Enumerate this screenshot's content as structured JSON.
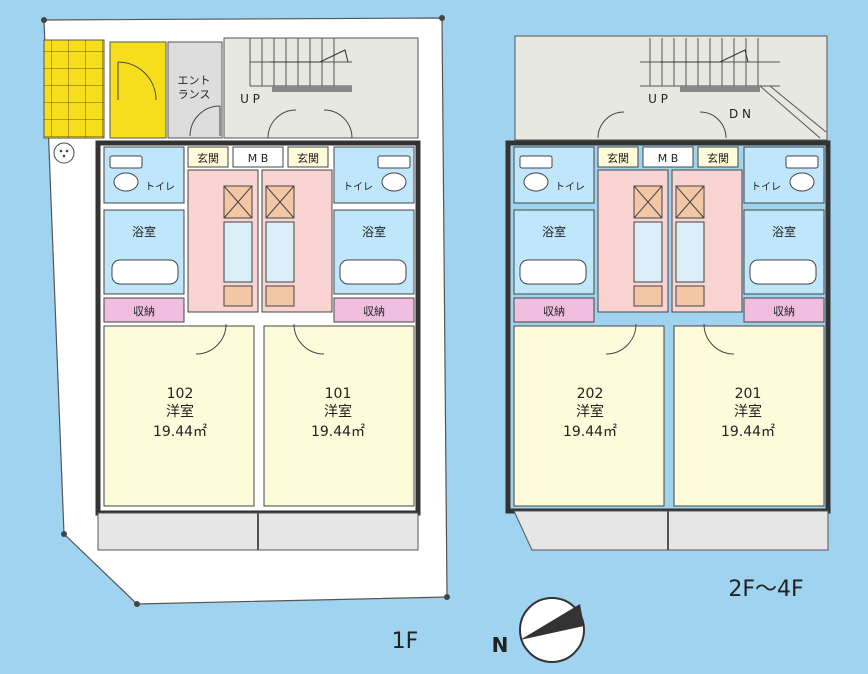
{
  "floor1": {
    "caption": "1F",
    "entrance": "エントランス",
    "up": "U P",
    "mb": "M B",
    "units": [
      {
        "genkan": "玄関",
        "toilet": "トイレ",
        "bath": "浴室",
        "storage": "収納",
        "number": "102",
        "room": "洋室",
        "area": "19.44㎡"
      },
      {
        "genkan": "玄関",
        "toilet": "トイレ",
        "bath": "浴室",
        "storage": "収納",
        "number": "101",
        "room": "洋室",
        "area": "19.44㎡"
      }
    ]
  },
  "floor2": {
    "caption": "2F～4F",
    "up": "U P",
    "dn": "D N",
    "mb": "M B",
    "units": [
      {
        "genkan": "玄関",
        "toilet": "トイレ",
        "bath": "浴室",
        "storage": "収納",
        "number": "202",
        "room": "洋室",
        "area": "19.44㎡"
      },
      {
        "genkan": "玄関",
        "toilet": "トイレ",
        "bath": "浴室",
        "storage": "収納",
        "number": "201",
        "room": "洋室",
        "area": "19.44㎡"
      }
    ]
  },
  "compass": {
    "label": "N"
  },
  "colors": {
    "background": "#9fd3f0",
    "room": "#fdfbd9",
    "wet": "#bfe6fa",
    "kitchen": "#f9d4d2",
    "storage": "#f0bfe0",
    "stairs": "#e8e8e2",
    "bicycle": "#f6de1c",
    "wall": "#333333"
  }
}
